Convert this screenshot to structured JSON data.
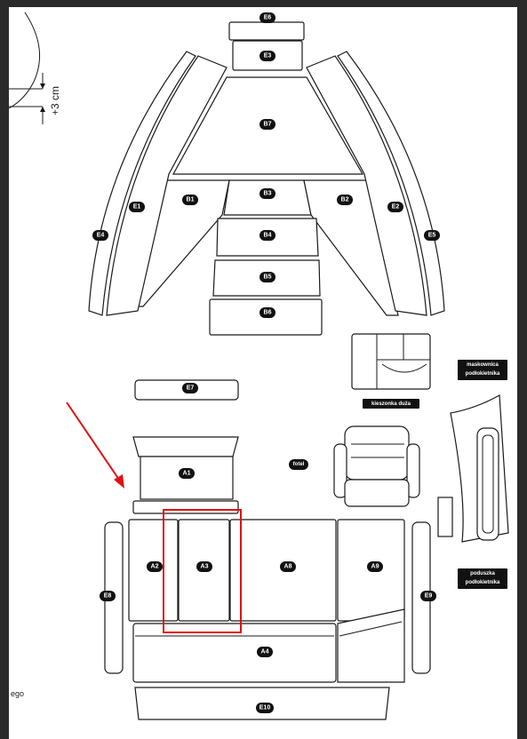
{
  "dimension_note": "+3 cm",
  "stray_text": "ego",
  "parts": {
    "E6": "E6",
    "E3": "E3",
    "B7": "B7",
    "B1": "B1",
    "B3": "B3",
    "B2": "B2",
    "E1": "E1",
    "E2": "E2",
    "E4": "E4",
    "E5": "E5",
    "B4": "B4",
    "B5": "B5",
    "B6": "B6",
    "E7": "E7",
    "A1": "A1",
    "A2": "A2",
    "A3": "A3",
    "A8": "A8",
    "A9": "A9",
    "A4": "A4",
    "E8": "E8",
    "E9": "E9",
    "E10": "E10"
  },
  "labels": {
    "fotel": "fotel",
    "kieszonka": "kieszonka duża",
    "maskownica_1": "maskownica",
    "maskownica_2": "podłokietnika",
    "poduszka_1": "poduszka",
    "poduszka_2": "podłokietnika"
  },
  "colors": {
    "highlight": "#e01010",
    "ink": "#1a1a1a"
  }
}
